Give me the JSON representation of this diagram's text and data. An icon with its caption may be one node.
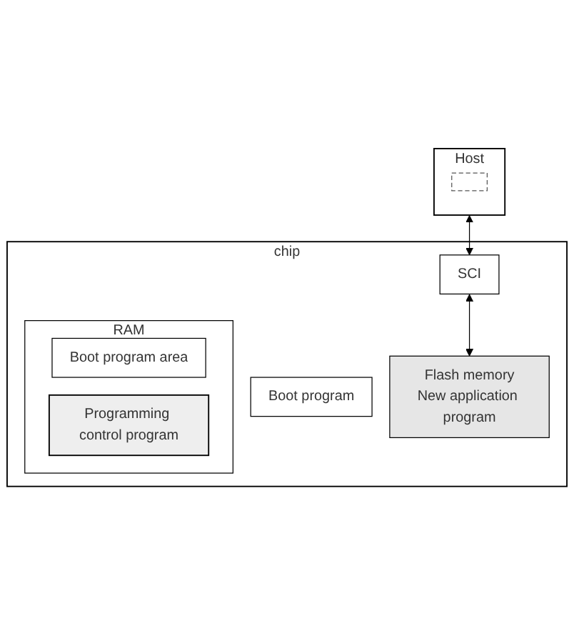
{
  "diagram": {
    "nodes": [
      {
        "text": [
          "Host"
        ]
      },
      {
        "text": [],
        "shape": "box",
        "in": 0
      },
      {
        "text": [
          "chip"
        ]
      },
      {
        "text": [
          "Boot program"
        ],
        "in": 2
      },
      {
        "text": [
          "SCI"
        ],
        "in": 2
      },
      {
        "text": [
          "Flash memory",
          "New application program"
        ],
        "in": 2
      },
      {
        "text": [
          "RAM"
        ],
        "in": 2
      },
      {
        "text": [
          "Boot program area"
        ],
        "in": 6
      },
      {
        "text": [
          "Programming control program"
        ],
        "in": 6
      }
    ],
    "edges": [
      {
        "from": 0,
        "to": 4,
        "arrow": "both"
      },
      {
        "from": 4,
        "to": 5,
        "arrow": "both"
      }
    ]
  }
}
